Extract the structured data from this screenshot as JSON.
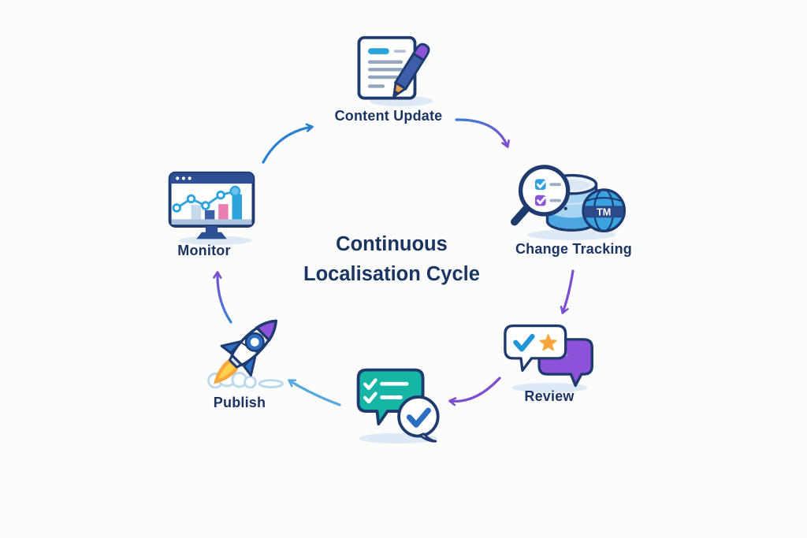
{
  "title": {
    "line1": "Continuous",
    "line2": "Localisation Cycle"
  },
  "stages": {
    "content_update": {
      "label": "Content Update",
      "icon": "document-pencil-icon"
    },
    "change_tracking": {
      "label": "Change Tracking",
      "icon": "magnifier-database-globe-icon",
      "globe_badge": "TM"
    },
    "review": {
      "label": "Review",
      "icon": "chat-bubbles-check-star-icon"
    },
    "feedback_chat": {
      "label": "",
      "icon": "chat-bubble-checklist-icon"
    },
    "publish": {
      "label": "Publish",
      "icon": "rocket-launch-icon"
    },
    "monitor": {
      "label": "Monitor",
      "icon": "monitor-analytics-icon"
    }
  },
  "flow_arrows": [
    {
      "from": "content-update",
      "to": "change-tracking",
      "color": "blue-to-purple-gradient"
    },
    {
      "from": "change-tracking",
      "to": "review",
      "color": "#7b4fd0"
    },
    {
      "from": "review",
      "to": "feedback-chat",
      "color": "#7b4fd0"
    },
    {
      "from": "feedback-chat",
      "to": "publish",
      "color": "#57a7dd"
    },
    {
      "from": "publish",
      "to": "monitor",
      "color": "blue-to-purple-gradient"
    },
    {
      "from": "monitor",
      "to": "content-update",
      "color": "#2b7fd0"
    }
  ],
  "colors": {
    "background": "#fcfcfd",
    "text_navy": "#1b3563",
    "outline_navy": "#1e3a6e",
    "blue": "#2b7fd0",
    "azure": "#2fa3dc",
    "purple": "#8c52d9",
    "teal": "#16b5a5",
    "orange": "#f5a63c",
    "pink": "#e87fb0",
    "icon_shadow": "#dde9f5"
  }
}
